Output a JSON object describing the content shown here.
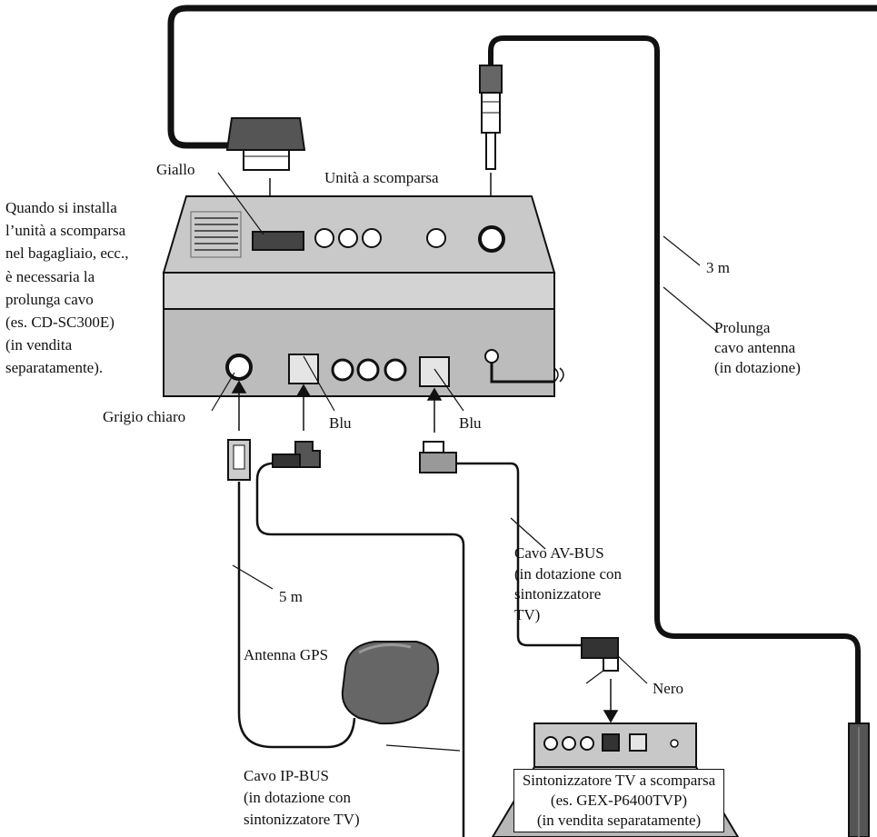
{
  "labels": {
    "giallo": "Giallo",
    "unita_scomparsa": "Unità a scomparsa",
    "quando_lines": [
      "Quando si installa",
      "l’unità a scomparsa",
      "nel bagagliaio, ecc.,",
      "è necessaria la",
      "prolunga cavo",
      "(es. CD-SC300E)",
      "(in vendita",
      "separatamente)."
    ],
    "three_m": "3 m",
    "prolunga_lines": [
      "Prolunga",
      "cavo antenna",
      "(in dotazione)"
    ],
    "grigio_chiaro": "Grigio chiaro",
    "blu_1": "Blu",
    "blu_2": "Blu",
    "five_m": "5 m",
    "cavo_av_lines": [
      "Cavo AV-BUS",
      "(in dotazione con",
      "sintonizzatore",
      "TV)"
    ],
    "antenna_gps": "Antenna GPS",
    "nero": "Nero",
    "cavo_ip_lines": [
      "Cavo IP-BUS",
      "(in dotazione con",
      "sintonizzatore TV)"
    ],
    "tv_tuner_lines": [
      "Sintonizzatore TV a scomparsa",
      "(es. GEX-P6400TVP)",
      "(in vendita separatamente)"
    ]
  }
}
